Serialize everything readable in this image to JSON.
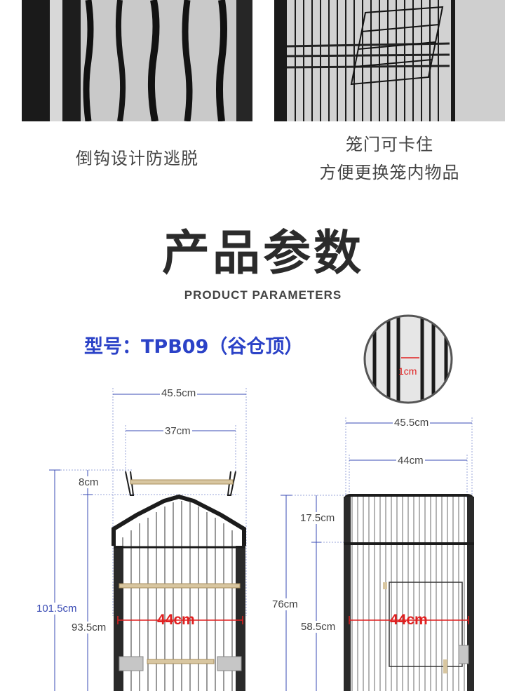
{
  "features": [
    {
      "caption": "倒钩设计防逃脱"
    },
    {
      "caption_line1": "笼门可卡住",
      "caption_line2": "方便更换笼内物品"
    }
  ],
  "section": {
    "title": "产品参数",
    "subtitle": "PRODUCT PARAMETERS"
  },
  "model": {
    "label": "型号：TPB09（谷仓顶）"
  },
  "dimensions": {
    "left_outer_width": "45.5cm",
    "left_inner_width": "37cm",
    "left_handle_height": "8cm",
    "left_total_height": "101.5cm",
    "left_body_height": "93.5cm",
    "left_red_width": "44cm",
    "right_outer_width": "45.5cm",
    "right_inner_width": "44cm",
    "right_roof_height": "17.5cm",
    "right_total_height": "76cm",
    "right_body_height": "58.5cm",
    "right_red_width": "44cm",
    "wire_spacing": "1cm"
  },
  "colors": {
    "accent_blue": "#2b42c7",
    "dimension_red": "#e02020",
    "cage_black": "#1c1c1c"
  }
}
